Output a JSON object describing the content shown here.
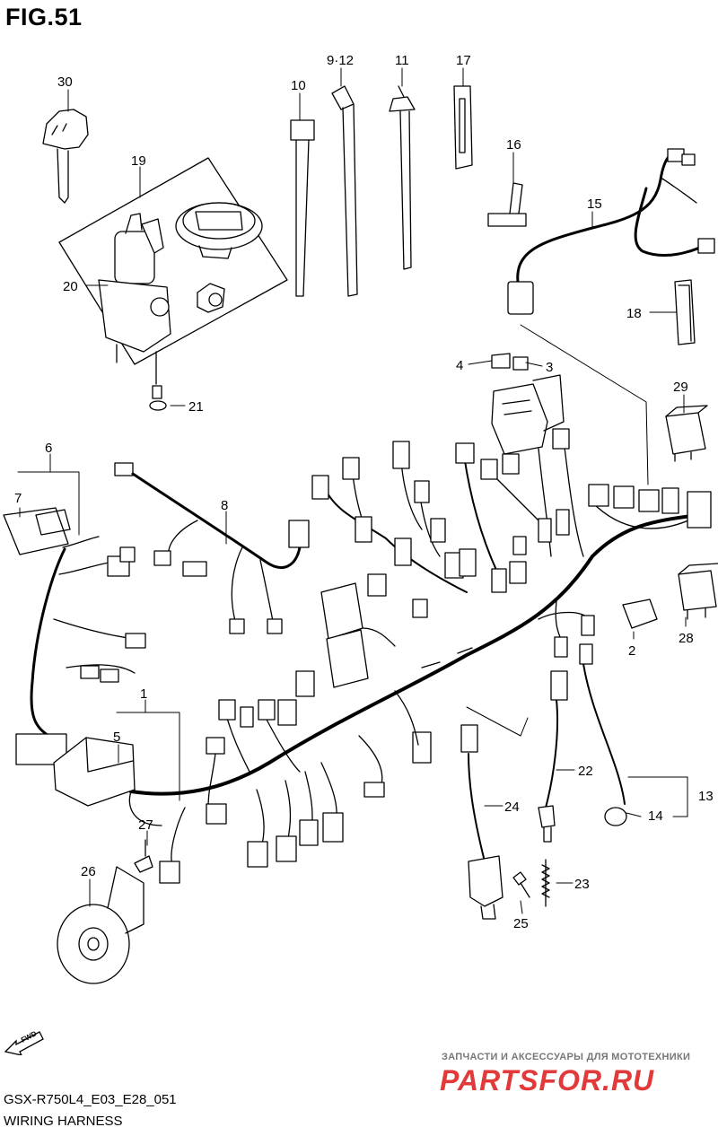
{
  "figure": {
    "title": "FIG.51",
    "code": "GSX-R750L4_E03_E28_051",
    "name": "WIRING HARNESS"
  },
  "callouts": [
    {
      "id": "c30",
      "label": "30"
    },
    {
      "id": "c19",
      "label": "19"
    },
    {
      "id": "c20",
      "label": "20"
    },
    {
      "id": "c21",
      "label": "21"
    },
    {
      "id": "c10",
      "label": "10"
    },
    {
      "id": "c912",
      "label": "9·12"
    },
    {
      "id": "c11",
      "label": "11"
    },
    {
      "id": "c17",
      "label": "17"
    },
    {
      "id": "c16",
      "label": "16"
    },
    {
      "id": "c15",
      "label": "15"
    },
    {
      "id": "c18",
      "label": "18"
    },
    {
      "id": "c4",
      "label": "4"
    },
    {
      "id": "c3",
      "label": "3"
    },
    {
      "id": "c29",
      "label": "29"
    },
    {
      "id": "c6",
      "label": "6"
    },
    {
      "id": "c7",
      "label": "7"
    },
    {
      "id": "c8",
      "label": "8"
    },
    {
      "id": "c2",
      "label": "2"
    },
    {
      "id": "c28",
      "label": "28"
    },
    {
      "id": "c1",
      "label": "1"
    },
    {
      "id": "c5",
      "label": "5"
    },
    {
      "id": "c22",
      "label": "22"
    },
    {
      "id": "c13",
      "label": "13"
    },
    {
      "id": "c14",
      "label": "14"
    },
    {
      "id": "c24",
      "label": "24"
    },
    {
      "id": "c27",
      "label": "27"
    },
    {
      "id": "c26",
      "label": "26"
    },
    {
      "id": "c23",
      "label": "23"
    },
    {
      "id": "c25",
      "label": "25"
    }
  ],
  "fwd_arrow": {
    "label": "FWD"
  },
  "watermark": {
    "tagline": "ЗАПЧАСТИ И АКСЕССУАРЫ ДЛЯ МОТОТЕХНИКИ",
    "logo": "PARTSFOR.RU"
  },
  "colors": {
    "line": "#000000",
    "watermark": "#e23a3a"
  }
}
